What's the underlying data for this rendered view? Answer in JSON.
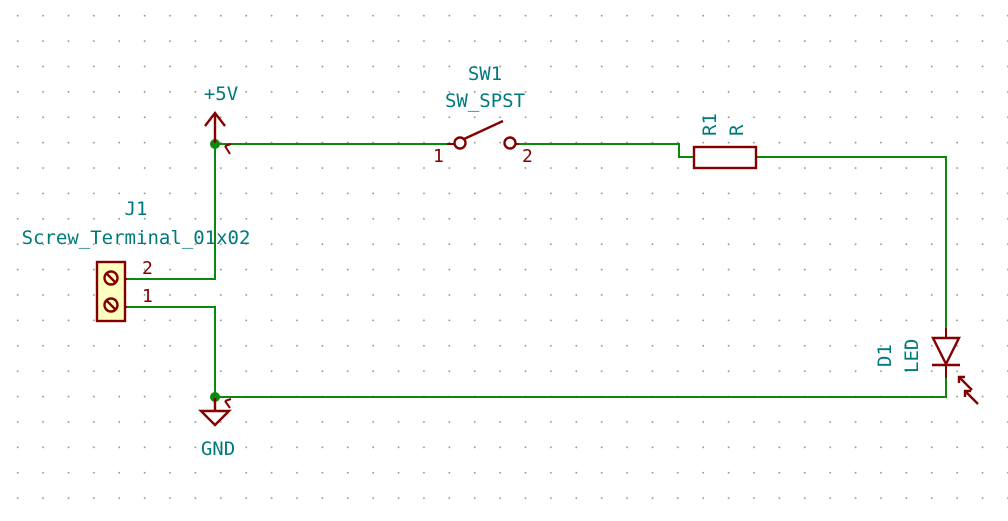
{
  "colors": {
    "wire": "#0a8a0a",
    "symbol": "#840000",
    "symbol_fill": "#ffffc0",
    "label": "#007a7a",
    "background": "#ffffff"
  },
  "power": {
    "vcc_label": "+5V",
    "gnd_label": "GND"
  },
  "components": {
    "j1": {
      "ref": "J1",
      "value": "Screw_Terminal_01x02",
      "pin1": "1",
      "pin2": "2"
    },
    "sw1": {
      "ref": "SW1",
      "value": "SW_SPST",
      "pin1": "1",
      "pin2": "2"
    },
    "r1": {
      "ref": "R1",
      "value": "R"
    },
    "d1": {
      "ref": "D1",
      "value": "LED"
    }
  }
}
